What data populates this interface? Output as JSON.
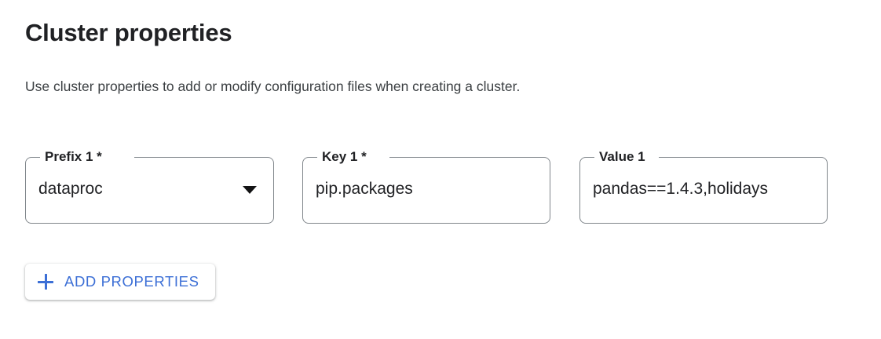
{
  "section": {
    "title": "Cluster properties",
    "description": "Use cluster properties to add or modify configuration files when creating a cluster."
  },
  "fields": [
    {
      "name": "prefix",
      "label": "Prefix 1 *",
      "value": "dataproc",
      "control": "select",
      "icon": "chevron-down-icon"
    },
    {
      "name": "key",
      "label": "Key 1 *",
      "value": "pip.packages",
      "control": "text"
    },
    {
      "name": "value",
      "label": "Value 1",
      "value": "pandas==1.4.3,holidays",
      "control": "text"
    }
  ],
  "actions": {
    "add_properties_label": "ADD PROPERTIES",
    "add_properties_icon": "plus-icon"
  },
  "colors": {
    "accent_blue": "#3c6fd6",
    "text_primary": "#202124",
    "text_secondary": "#3c4043",
    "field_border": "#80868b",
    "background": "#ffffff"
  }
}
